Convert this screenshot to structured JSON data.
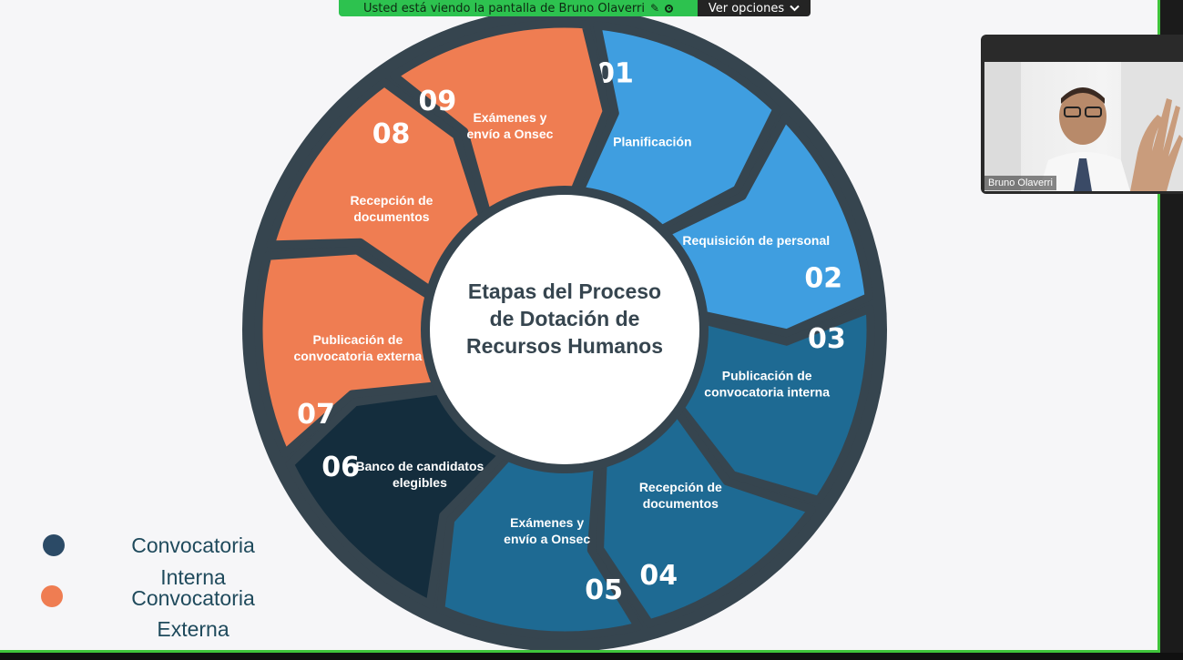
{
  "banner": {
    "viewing_text": "Usted está viendo la pantalla de Bruno Olaverri",
    "options_label": "Ver opciones",
    "pencil_icon": "pencil-icon",
    "record_icon": "record-icon",
    "chevron_icon": "chevron-down-icon",
    "color": "#2dc24f"
  },
  "diagram": {
    "center_title_lines": [
      "Etapas del Proceso",
      "de Dotación de",
      "Recursos Humanos"
    ],
    "segments": [
      {
        "num": "01",
        "lines": [
          "Planificación"
        ],
        "color": "#3f9ee0"
      },
      {
        "num": "02",
        "lines": [
          "Requisición de personal"
        ],
        "color": "#3f9ee0"
      },
      {
        "num": "03",
        "lines": [
          "Publicación de",
          "convocatoria interna"
        ],
        "color": "#1e6a93"
      },
      {
        "num": "04",
        "lines": [
          "Recepción de",
          "documentos"
        ],
        "color": "#1e6a93"
      },
      {
        "num": "05",
        "lines": [
          "Exámenes y",
          "envío a Onsec"
        ],
        "color": "#1e6a93"
      },
      {
        "num": "06",
        "lines": [
          "Banco de candidatos",
          "elegibles"
        ],
        "color": "#142d3d"
      },
      {
        "num": "07",
        "lines": [
          "Publicación de",
          "convocatoria externa"
        ],
        "color": "#ef7d52"
      },
      {
        "num": "08",
        "lines": [
          "Recepción de",
          "documentos"
        ],
        "color": "#ef7d52"
      },
      {
        "num": "09",
        "lines": [
          "Exámenes y",
          "envío a Onsec"
        ],
        "color": "#ef7d52"
      }
    ],
    "ring_color": "#36454f"
  },
  "legend": {
    "internal": {
      "line1": "Convocatoria",
      "line2": "Interna",
      "color": "#2b4a66"
    },
    "external": {
      "line1": "Convocatoria",
      "line2": "Externa",
      "color": "#ef7d52"
    }
  },
  "video": {
    "participant_name": "Bruno Olaverri"
  }
}
